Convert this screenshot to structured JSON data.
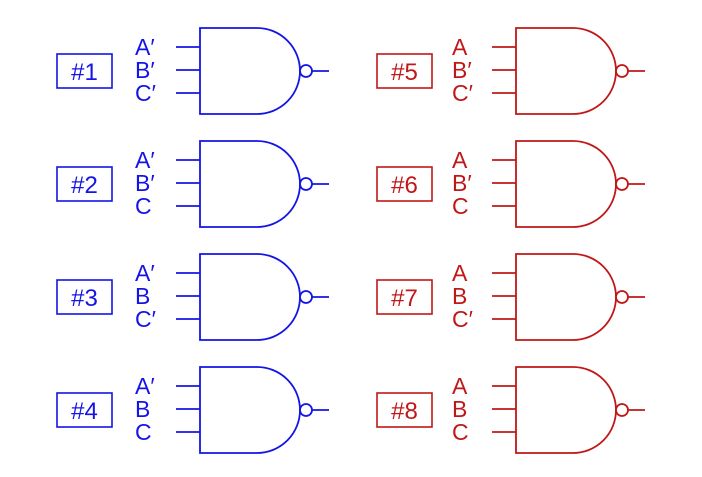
{
  "colors": {
    "left": "#1414e6",
    "right": "#c01818"
  },
  "gates": [
    {
      "id": "#1",
      "column": "left",
      "inputs": [
        "A′",
        "B′",
        "C′"
      ]
    },
    {
      "id": "#2",
      "column": "left",
      "inputs": [
        "A′",
        "B′",
        "C"
      ]
    },
    {
      "id": "#3",
      "column": "left",
      "inputs": [
        "A′",
        "B",
        "C′"
      ]
    },
    {
      "id": "#4",
      "column": "left",
      "inputs": [
        "A′",
        "B",
        "C"
      ]
    },
    {
      "id": "#5",
      "column": "right",
      "inputs": [
        "A",
        "B′",
        "C′"
      ]
    },
    {
      "id": "#6",
      "column": "right",
      "inputs": [
        "A",
        "B′",
        "C"
      ]
    },
    {
      "id": "#7",
      "column": "right",
      "inputs": [
        "A",
        "B",
        "C′"
      ]
    },
    {
      "id": "#8",
      "column": "right",
      "inputs": [
        "A",
        "B",
        "C"
      ]
    }
  ]
}
